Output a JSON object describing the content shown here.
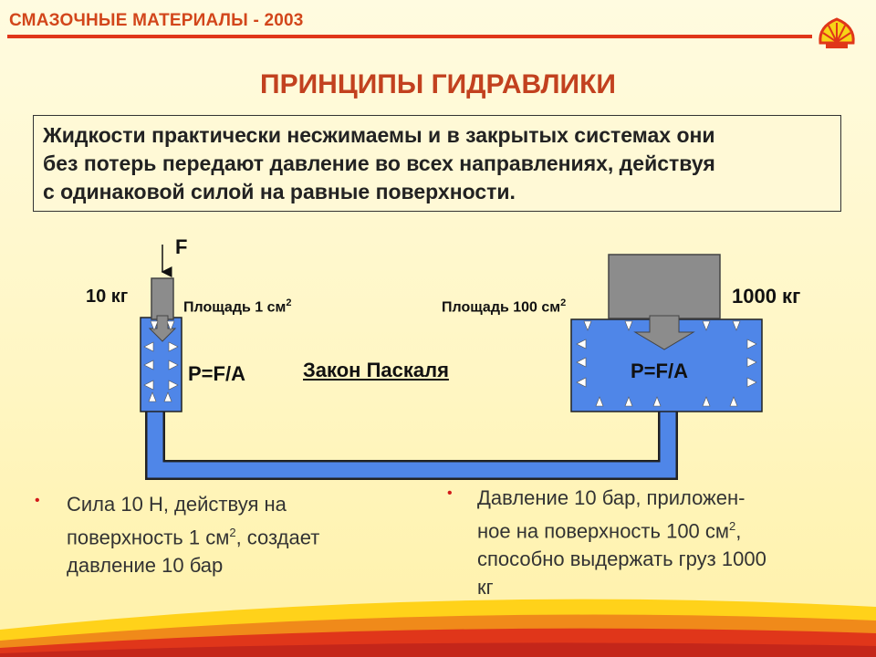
{
  "header": {
    "title": "СМАЗОЧНЫЕ МАТЕРИАЛЫ - 2003",
    "logo_icon": "shell-logo-icon",
    "accent_color": "#e0361a"
  },
  "page_title": "ПРИНЦИПЫ ГИДРАВЛИКИ",
  "principle_lines": [
    "Жидкости практически несжимаемы и в закрытых системах они",
    "без потерь передают давление во всех направлениях,  действуя",
    "с одинаковой силой на равные поверхности."
  ],
  "diagram": {
    "force_label": "F",
    "small_mass": "10 кг",
    "small_area_prefix": "Площадь 1 см",
    "small_area_sup": "2",
    "small_formula": "P=F/A",
    "law_label": "Закон Паскаля",
    "large_area_prefix": "Площадь 100 см",
    "large_area_sup": "2",
    "large_mass": "1000 кг",
    "large_formula": "P=F/A",
    "fluid_color": "#4f86e8"
  },
  "bullets": {
    "left": {
      "line1": "Сила 10 Н, действуя на",
      "line2_prefix": "поверхность 1 см",
      "line2_sup": "2",
      "line2_suffix": ", создает",
      "line3": "давление 10 бар"
    },
    "right": {
      "line1": "Давление 10 бар, приложен-",
      "line2_prefix": "ное на  поверхность 100 см",
      "line2_sup": "2",
      "line2_suffix": ",",
      "line3": "способно выдержать груз 1000",
      "line4": "кг"
    },
    "bullet_color": "#d21a1a"
  }
}
